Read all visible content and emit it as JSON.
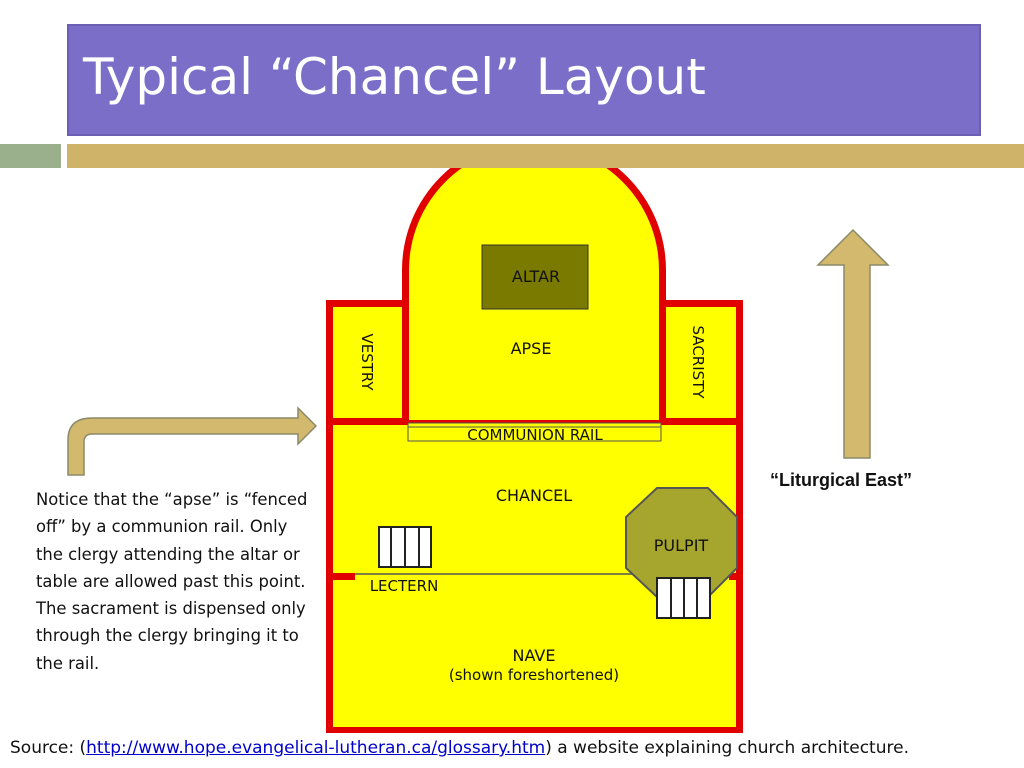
{
  "slide": {
    "title": "Typical “Chancel” Layout",
    "note": "Notice that the “apse” is “fenced off” by a communion rail. Only the clergy attending the altar or table are allowed past this point. The sacrament is dispensed only through the clergy bringing it to the rail.",
    "east_label": "“Liturgical East”",
    "source": {
      "prefix": "Source: (",
      "link_text": "http://www.hope.evangelical-lutheran.ca/glossary.htm",
      "suffix": ") a website explaining church architecture."
    }
  },
  "diagram": {
    "labels": {
      "altar": "ALTAR",
      "apse": "APSE",
      "vestry": "VESTRY",
      "sacristy": "SACRISTY",
      "communion_rail": "COMMUNION RAIL",
      "chancel": "CHANCEL",
      "pulpit": "PULPIT",
      "lectern": "LECTERN",
      "nave": "NAVE",
      "nave_sub": "(shown foreshortened)"
    }
  },
  "colors": {
    "title_bg": "#7b6ec9",
    "band_green": "#9aaf8b",
    "band_gold": "#cfb368",
    "wall_red": "#e00000",
    "floor_yellow": "#ffff00",
    "altar_olive": "#7a7a00",
    "pulpit_olive": "#a6a62e",
    "arrow_tan": "#d2b96d",
    "arrow_edge": "#8a8a68"
  }
}
